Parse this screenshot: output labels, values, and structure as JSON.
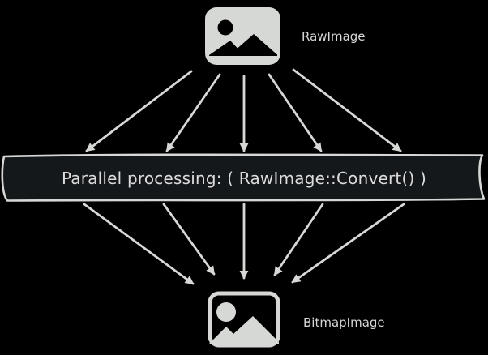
{
  "diagram": {
    "colors": {
      "background": "#000000",
      "foreground": "#d6d8d5",
      "bar_fill": "#15181b",
      "bar_text": "#dcdcdc"
    },
    "nodes": {
      "raw": {
        "label": "RawImage",
        "icon": "raw-image-icon"
      },
      "bitmap": {
        "label": "BitmapImage",
        "icon": "bitmap-image-icon"
      }
    },
    "process_bar": {
      "label": "Parallel processing: ( RawImage::Convert() )"
    },
    "arrows": {
      "fan_out_count": 5,
      "fan_in_count": 5
    }
  }
}
